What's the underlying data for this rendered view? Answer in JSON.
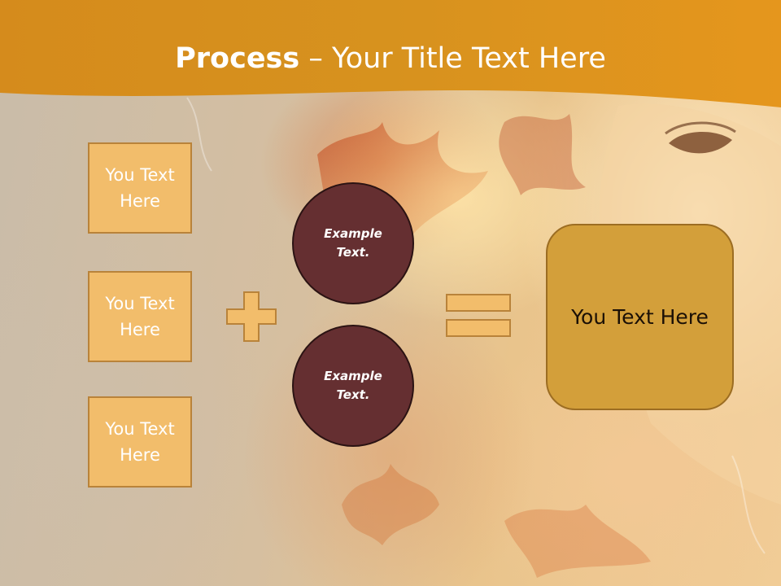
{
  "slide": {
    "title_bold": "Process",
    "title_rest": " – Your Title Text Here",
    "boxes": [
      "You Text Here",
      "You Text Here",
      "You Text Here"
    ],
    "circles": [
      "Example Text.",
      "Example Text."
    ],
    "result": "You Text Here",
    "operators": {
      "plus": "plus-sign",
      "equals": "equals-sign"
    }
  },
  "colors": {
    "header": "#e3921a",
    "box_fill": "#f2bd6b",
    "box_border": "#b9833a",
    "circle_fill": "#652f31",
    "result_fill": "#d39f3a"
  }
}
